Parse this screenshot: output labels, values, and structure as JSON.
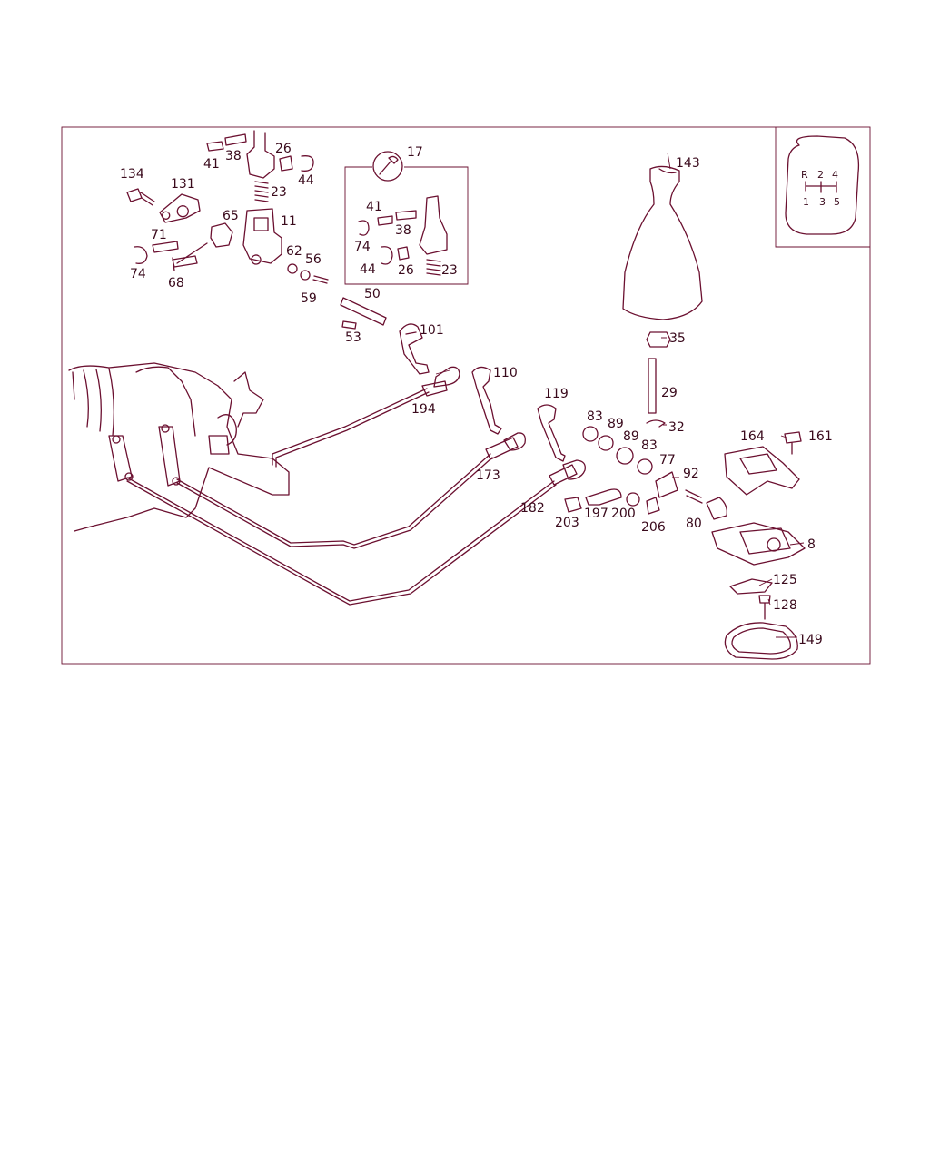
{
  "parts": {
    "p134": "134",
    "p131": "131",
    "p41a": "41",
    "p38a": "38",
    "p26a": "26",
    "p44a": "44",
    "p23a": "23",
    "p65": "65",
    "p11": "11",
    "p71": "71",
    "p74a": "74",
    "p68": "68",
    "p62": "62",
    "p56": "56",
    "p59": "59",
    "p50": "50",
    "p53": "53",
    "p101": "101",
    "p17": "17",
    "p41b": "41",
    "p38b": "38",
    "p74b": "74",
    "p44b": "44",
    "p26b": "26",
    "p23b": "23",
    "p143": "143",
    "p35": "35",
    "p29": "29",
    "p32": "32",
    "p110": "110",
    "p194": "194",
    "p119": "119",
    "p83a": "83",
    "p89a": "89",
    "p89b": "89",
    "p83b": "83",
    "p77": "77",
    "p173": "173",
    "p182": "182",
    "p203": "203",
    "p197": "197",
    "p200": "200",
    "p206": "206",
    "p92": "92",
    "p80": "80",
    "p164": "164",
    "p161": "161",
    "p8": "8",
    "p125": "125",
    "p128": "128",
    "p149": "149"
  },
  "shift_pattern": {
    "r": "R",
    "g2": "2",
    "g4": "4",
    "g1": "1",
    "g3": "3",
    "g5": "5"
  },
  "colors": {
    "line": "#6b1030",
    "text": "#3a0a1c",
    "background": "#ffffff"
  }
}
